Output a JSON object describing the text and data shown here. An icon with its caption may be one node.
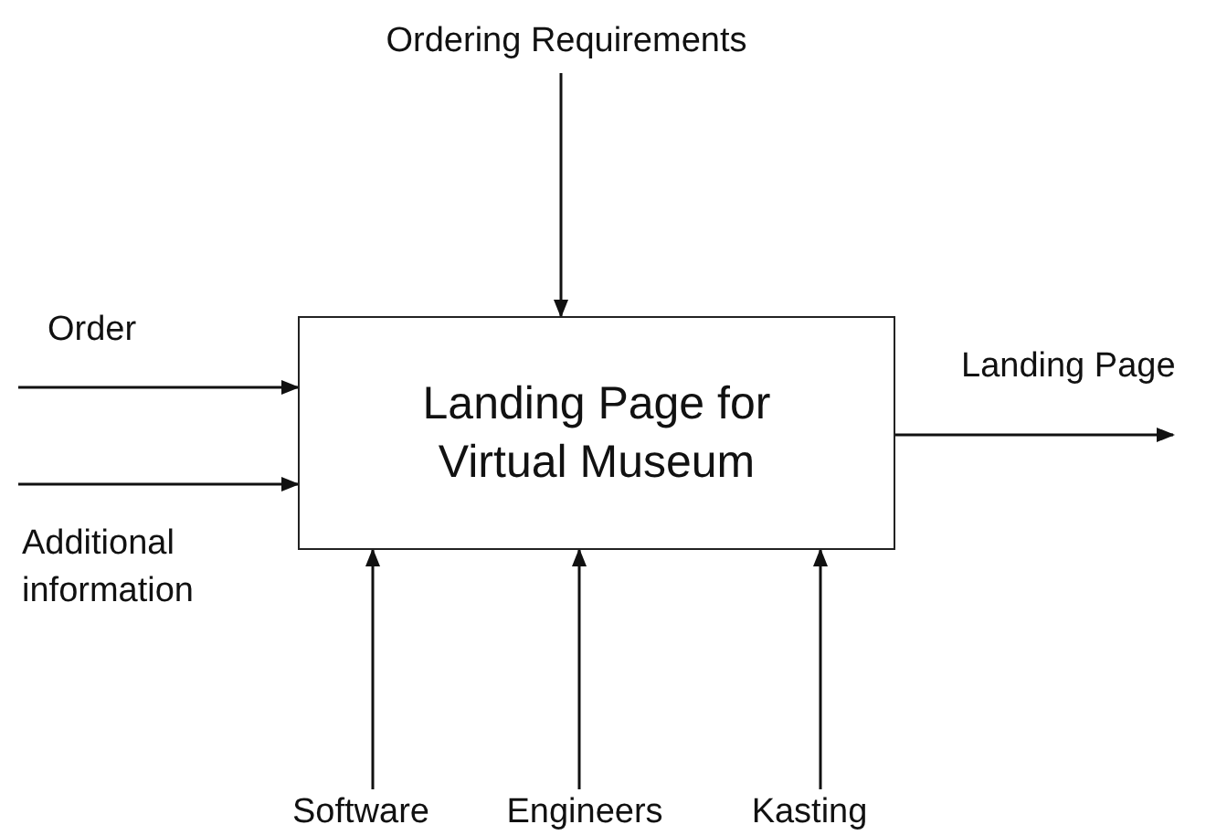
{
  "diagram": {
    "nodes": [
      {
        "text": [
          "Landing Page for Virtual Museum"
        ]
      },
      {
        "text": [
          "Ordering Requirements"
        ]
      },
      {
        "text": [
          "Software"
        ]
      },
      {
        "text": [
          "Engineers"
        ]
      },
      {
        "text": [
          "Kasting"
        ]
      }
    ],
    "edges": [
      {
        "from": null,
        "to": 0,
        "arrow": "to",
        "label": "Order"
      },
      {
        "from": null,
        "to": 0,
        "arrow": "to",
        "label": "Additional information"
      },
      {
        "from": 1,
        "to": 0,
        "arrow": "to"
      },
      {
        "from": 0,
        "to": null,
        "arrow": "to",
        "label": "Landing Page"
      },
      {
        "from": 2,
        "to": 0,
        "arrow": "to"
      },
      {
        "from": 3,
        "to": 0,
        "arrow": "to"
      },
      {
        "from": 4,
        "to": 0,
        "arrow": "to"
      }
    ]
  }
}
